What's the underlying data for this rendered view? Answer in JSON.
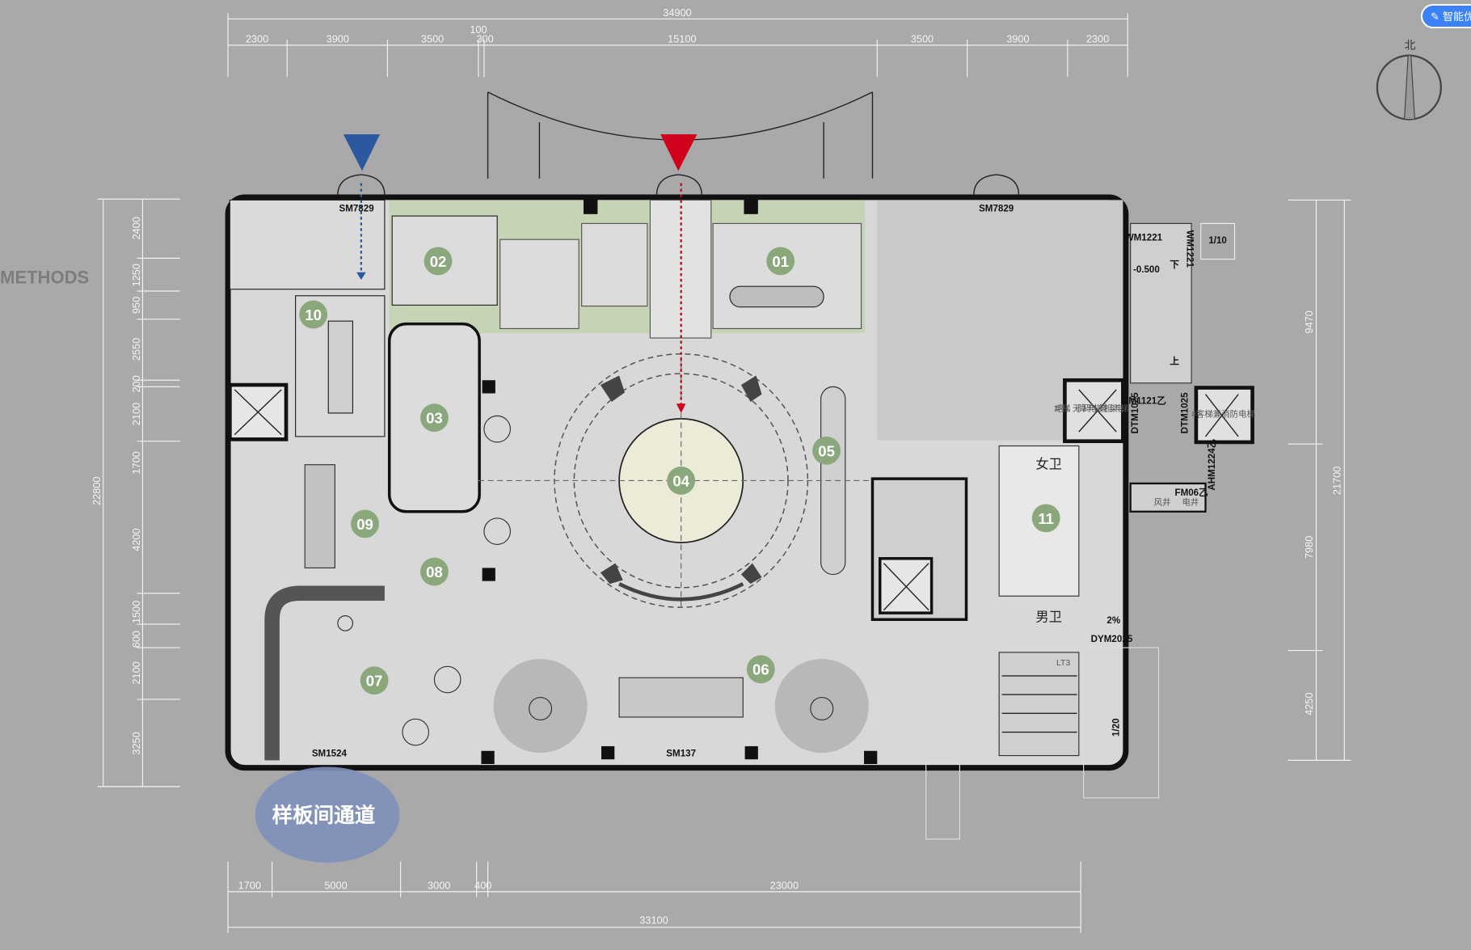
{
  "watermark": "METHODS",
  "smart_button": {
    "icon": "ai-edit-icon",
    "label": "智能优"
  },
  "compass": {
    "label": "北"
  },
  "dims_top": {
    "overall": "34900",
    "parts": [
      "2300",
      "3900",
      "3500",
      "100",
      "300",
      "15100",
      "3500",
      "3900",
      "2300"
    ]
  },
  "dims_bottom": {
    "overall": "33100",
    "parts": [
      "1700",
      "5000",
      "3000",
      "400",
      "23000"
    ]
  },
  "dims_left": {
    "overall": "22800",
    "parts": [
      "2400",
      "1250",
      "950",
      "2550",
      "200",
      "2100",
      "1700",
      "4200",
      "1500",
      "600",
      "2100",
      "3250"
    ]
  },
  "dims_right": {
    "overall": "21700",
    "parts": [
      "9470",
      "7980",
      "4250"
    ]
  },
  "rooms": [
    "01",
    "02",
    "03",
    "04",
    "05",
    "06",
    "07",
    "08",
    "09",
    "10",
    "11"
  ],
  "labels": {
    "sm_nw": "SM7829",
    "sm_ne": "SM7829",
    "sm_sw": "SM1524",
    "sm_s": "SM137",
    "wm1": "WM1221",
    "wm2": "WM1221",
    "elev": "-0.500",
    "slope1": "1/10",
    "fm": "FM1121乙",
    "dtm1": "DTM1025",
    "dtm2": "DTM1025",
    "ahm": "AHM1224乙",
    "lift1": "1#客梯、无障碍电梯兼担架电梯",
    "lift2": "#客梯兼消防电梯",
    "shaft1": "风井",
    "shaft2": "电井",
    "fm06": "FM06乙",
    "women": "女卫",
    "men": "男卫",
    "slope2": "2%",
    "dym": "DYM2025",
    "lt3": "LT3",
    "slope3": "1/20",
    "down": "下",
    "up": "上"
  },
  "passage_label": "样板间通道",
  "colors": {
    "entrance_main": "#d0021b",
    "entrance_side": "#2c58a0",
    "badge": "#8aa87c",
    "passage": "#7d8fba"
  }
}
